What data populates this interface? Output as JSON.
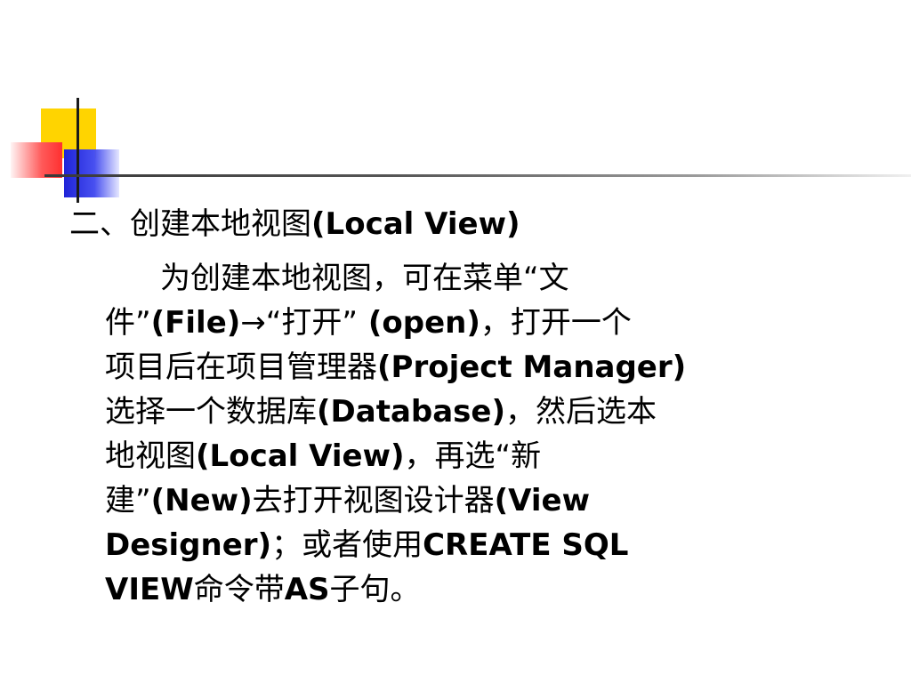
{
  "slide": {
    "heading": {
      "zh": "二、创建本地视图",
      "en": "(Local View)"
    },
    "lines": [
      {
        "parts": [
          {
            "t": "为创建本地视图，可在菜单“文",
            "b": false
          }
        ]
      },
      {
        "parts": [
          {
            "t": "件”",
            "b": false
          },
          {
            "t": "(File)",
            "b": true
          },
          {
            "t": "→“打开”",
            "b": false
          },
          {
            "t": " (open)",
            "b": true
          },
          {
            "t": "，打开一个",
            "b": false
          }
        ]
      },
      {
        "parts": [
          {
            "t": "项目后在项目管理器",
            "b": false
          },
          {
            "t": "(Project Manager)",
            "b": true
          }
        ]
      },
      {
        "parts": [
          {
            "t": "选择一个数据库",
            "b": false
          },
          {
            "t": "(Database)",
            "b": true
          },
          {
            "t": "，然后选本",
            "b": false
          }
        ]
      },
      {
        "parts": [
          {
            "t": "地视图",
            "b": false
          },
          {
            "t": "(Local View)",
            "b": true
          },
          {
            "t": "，再选“新",
            "b": false
          }
        ]
      },
      {
        "parts": [
          {
            "t": "建”",
            "b": false
          },
          {
            "t": "(New)",
            "b": true
          },
          {
            "t": "去打开视图设计器",
            "b": false
          },
          {
            "t": "(View",
            "b": true
          }
        ]
      },
      {
        "parts": [
          {
            "t": "Designer)",
            "b": true
          },
          {
            "t": "；或者使用",
            "b": false
          },
          {
            "t": "CREATE SQL",
            "b": true
          }
        ]
      },
      {
        "parts": [
          {
            "t": "VIEW",
            "b": true
          },
          {
            "t": "命令带",
            "b": false
          },
          {
            "t": "AS",
            "b": true
          },
          {
            "t": "子句。",
            "b": false
          }
        ]
      }
    ]
  }
}
